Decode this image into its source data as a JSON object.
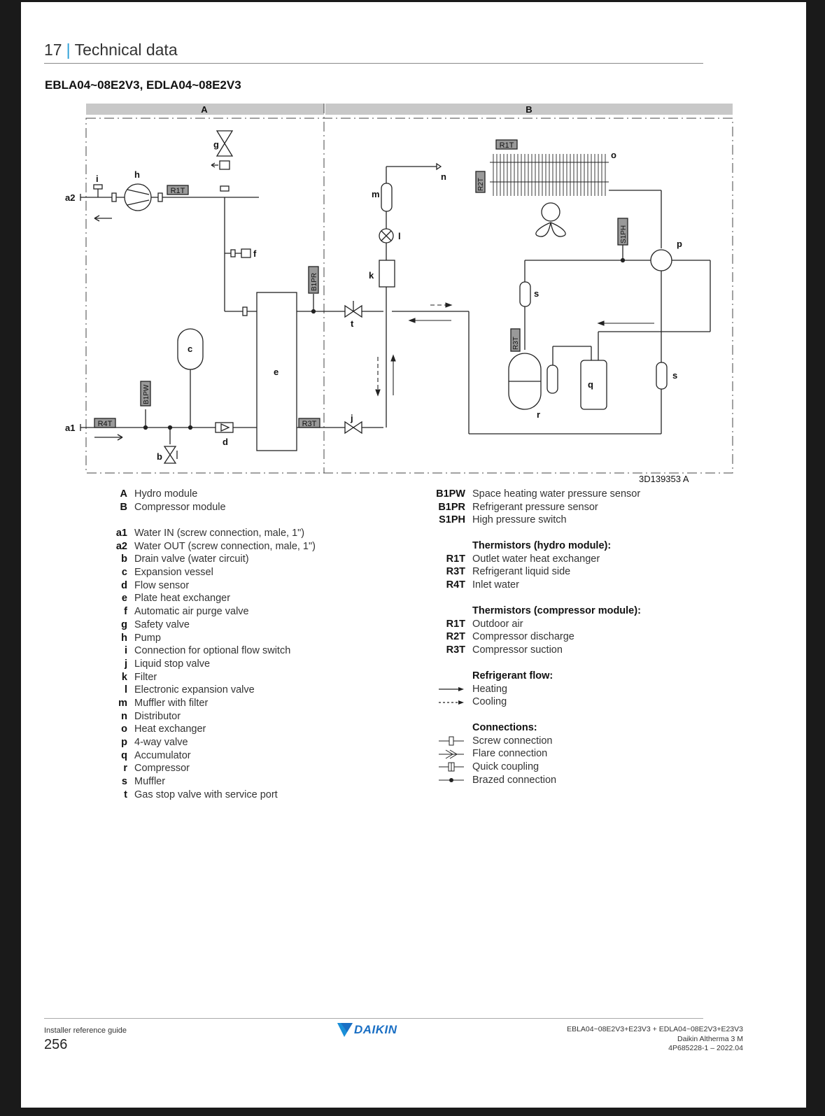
{
  "header": {
    "page_num": "17",
    "section": "Technical data"
  },
  "model": "EBLA04~08E2V3, EDLA04~08E2V3",
  "diagram": {
    "module_a": "A",
    "module_b": "B",
    "doc_id": "3D139353 A",
    "labels": {
      "a1": "a1",
      "a2": "a2",
      "b": "b",
      "c": "c",
      "d": "d",
      "e": "e",
      "f": "f",
      "g": "g",
      "h": "h",
      "i": "i",
      "j": "j",
      "k": "k",
      "l": "l",
      "m": "m",
      "n": "n",
      "o": "o",
      "p": "p",
      "q": "q",
      "r": "r",
      "s1": "s",
      "s2": "s",
      "t": "t",
      "r1t_a": "R1T",
      "r1t_b": "R1T",
      "r2t": "R2T",
      "r3t_a": "R3T",
      "r3t_b": "R3T",
      "r4t": "R4T",
      "b1pw": "B1PW",
      "b1pr": "B1PR",
      "s1ph": "S1PH"
    }
  },
  "legend_left_top": [
    {
      "key": "A",
      "value": "Hydro module"
    },
    {
      "key": "B",
      "value": "Compressor module"
    }
  ],
  "legend_left": [
    {
      "key": "a1",
      "value": "Water IN (screw connection, male, 1\")"
    },
    {
      "key": "a2",
      "value": "Water OUT (screw connection, male, 1\")"
    },
    {
      "key": "b",
      "value": "Drain valve (water circuit)"
    },
    {
      "key": "c",
      "value": "Expansion vessel"
    },
    {
      "key": "d",
      "value": "Flow sensor"
    },
    {
      "key": "e",
      "value": "Plate heat exchanger"
    },
    {
      "key": "f",
      "value": "Automatic air purge valve"
    },
    {
      "key": "g",
      "value": "Safety valve"
    },
    {
      "key": "h",
      "value": "Pump"
    },
    {
      "key": "i",
      "value": "Connection for optional flow switch"
    },
    {
      "key": "j",
      "value": "Liquid stop valve"
    },
    {
      "key": "k",
      "value": "Filter"
    },
    {
      "key": "l",
      "value": "Electronic expansion valve"
    },
    {
      "key": "m",
      "value": "Muffler with filter"
    },
    {
      "key": "n",
      "value": "Distributor"
    },
    {
      "key": "o",
      "value": "Heat exchanger"
    },
    {
      "key": "p",
      "value": "4-way valve"
    },
    {
      "key": "q",
      "value": "Accumulator"
    },
    {
      "key": "r",
      "value": "Compressor"
    },
    {
      "key": "s",
      "value": "Muffler"
    },
    {
      "key": "t",
      "value": "Gas stop valve with service port"
    }
  ],
  "legend_right_top": [
    {
      "key": "B1PW",
      "value": "Space heating water pressure sensor"
    },
    {
      "key": "B1PR",
      "value": "Refrigerant pressure sensor"
    },
    {
      "key": "S1PH",
      "value": "High pressure switch"
    }
  ],
  "thermistors_hydro_title": "Thermistors (hydro module):",
  "thermistors_hydro": [
    {
      "key": "R1T",
      "value": "Outlet water heat exchanger"
    },
    {
      "key": "R3T",
      "value": "Refrigerant liquid side"
    },
    {
      "key": "R4T",
      "value": "Inlet water"
    }
  ],
  "thermistors_comp_title": "Thermistors (compressor module):",
  "thermistors_comp": [
    {
      "key": "R1T",
      "value": "Outdoor air"
    },
    {
      "key": "R2T",
      "value": "Compressor discharge"
    },
    {
      "key": "R3T",
      "value": "Compressor suction"
    }
  ],
  "flow_title": "Refrigerant flow:",
  "flow": [
    {
      "value": "Heating"
    },
    {
      "value": "Cooling"
    }
  ],
  "connections_title": "Connections:",
  "connections": [
    {
      "value": "Screw connection"
    },
    {
      "value": "Flare connection"
    },
    {
      "value": "Quick coupling"
    },
    {
      "value": "Brazed connection"
    }
  ],
  "footer": {
    "guide": "Installer reference guide",
    "page": "256",
    "brand": "DAIKIN",
    "line1": "EBLA04~08E2V3+E23V3 + EDLA04~08E2V3+E23V3",
    "line2": "Daikin Altherma 3 M",
    "line3": "4P685228-1 – 2022.04"
  }
}
